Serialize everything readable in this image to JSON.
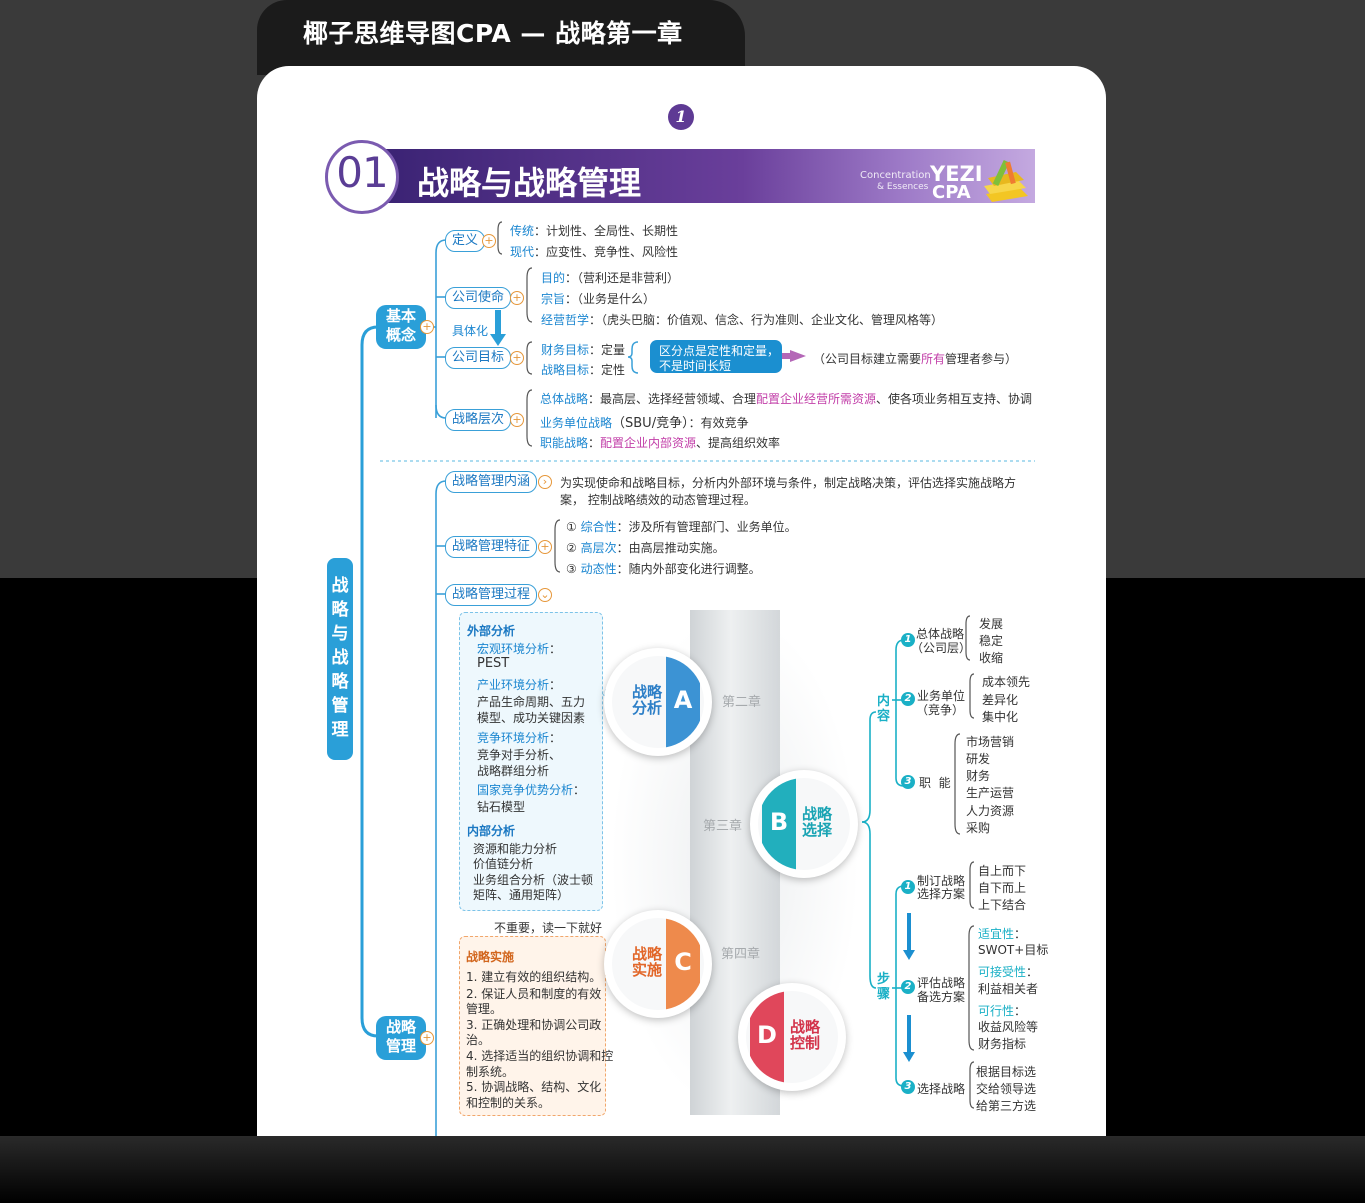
{
  "header": {
    "title": "椰子思维导图CPA — 战略第一章"
  },
  "page": {
    "number": "1"
  },
  "chapter": {
    "number": "01",
    "title": "战略与战略管理",
    "brand_line1": "Concentration",
    "brand_line2": "& Essences",
    "brand_yezi": "YEZI",
    "brand_cpa": "CPA"
  },
  "root": {
    "label": "战略与战略管理"
  },
  "basic": {
    "label_l1": "基本",
    "label_l2": "概念",
    "definition": {
      "label": "定义",
      "traditional_k": "传统",
      "traditional_v": "：计划性、全局性、长期性",
      "modern_k": "现代",
      "modern_v": "：应变性、竞争性、风险性"
    },
    "mission": {
      "label": "公司使命",
      "purpose_k": "目的",
      "purpose_v": "：（营利还是非营利）",
      "tenet_k": "宗旨",
      "tenet_v": "：（业务是什么）",
      "philosophy_k": "经营哲学",
      "philosophy_v": "：（虎头巴脑：价值观、信念、行为准则、企业文化、管理风格等）"
    },
    "concretize": "具体化",
    "goal": {
      "label": "公司目标",
      "fin_k": "财务目标",
      "fin_v": "：定量",
      "str_k": "战略目标",
      "str_v": "：定性",
      "note_l1": "区分点是定性和定量，",
      "note_l2": "不是时间长短",
      "aside_a": "（公司目标建立需要",
      "aside_b": "所有",
      "aside_c": "管理者参与）"
    },
    "levels": {
      "label": "战略层次",
      "corp_k": "总体战略",
      "corp_v1": "：最高层、选择经营领域、合理",
      "corp_v2": "配置企业经营所需资源",
      "corp_v3": "、使各项业务相互支持、协调",
      "biz_k": "业务单位战略",
      "biz_v1": "（SBU/竞争）",
      "biz_v2": "：有效竞争",
      "func_k": "职能战略",
      "func_v1": "：",
      "func_v2": "配置企业内部资源",
      "func_v3": "、提高组织效率"
    }
  },
  "mgmt": {
    "label_l1": "战略",
    "label_l2": "管理",
    "connotation": {
      "label": "战略管理内涵",
      "text_l1": "为实现使命和战略目标，分析内外部环境与条件，制定战略决策，评估选择实施战略方",
      "text_l2": "案，  控制战略绩效的动态管理过程。"
    },
    "features": {
      "label": "战略管理特征",
      "f1_n": "①",
      "f1_k": "综合性",
      "f1_v": "：涉及所有管理部门、业务单位。",
      "f2_n": "②",
      "f2_k": "高层次",
      "f2_v": "：由高层推动实施。",
      "f3_n": "③",
      "f3_k": "动态性",
      "f3_v": "：随内外部变化进行调整。"
    },
    "process": {
      "label": "战略管理过程"
    }
  },
  "analysis_box": {
    "ext_title": "外部分析",
    "macro_k": "宏观环境分析",
    "macro_colon": "：",
    "macro_v": "PEST",
    "industry_k": "产业环境分析",
    "industry_colon": "：",
    "industry_v1": "产品生命周期、五力",
    "industry_v2": "模型、成功关键因素",
    "comp_k": "竞争环境分析",
    "comp_colon": "：",
    "comp_v1": "竞争对手分析、",
    "comp_v2": "战略群组分析",
    "nation_k": "国家竞争优势分析",
    "nation_colon": "：",
    "nation_v": "钻石模型",
    "int_title": "内部分析",
    "int_1": "资源和能力分析",
    "int_2": "价值链分析",
    "int_3": "业务组合分析（波士顿",
    "int_4": "矩阵、通用矩阵）"
  },
  "impl_note": "不重要，读一下就好",
  "impl_box": {
    "title": "战略实施",
    "l1": "1. 建立有效的组织结构。",
    "l2a": "2. 保证人员和制度的有效",
    "l2b": "管理。",
    "l3a": "3. 正确处理和协调公司政",
    "l3b": "治。",
    "l4a": "4. 选择适当的组织协调和控",
    "l4b": "制系统。",
    "l5a": "5. 协调战略、结构、文化",
    "l5b": "和控制的关系。"
  },
  "circles": {
    "a_letter": "A",
    "a_w1": "战略",
    "a_w2": "分析",
    "b_letter": "B",
    "b_w1": "战略",
    "b_w2": "选择",
    "c_letter": "C",
    "c_w1": "战略",
    "c_w2": "实施",
    "d_letter": "D",
    "d_w1": "战略",
    "d_w2": "控制",
    "ch2": "第二章",
    "ch3": "第三章",
    "ch4": "第四章"
  },
  "content": {
    "label_l1": "内",
    "label_l2": "容",
    "n1": "1",
    "corp_l1": "总体战略",
    "corp_l2": "（公司层）",
    "corp_o1": "发展",
    "corp_o2": "稳定",
    "corp_o3": "收缩",
    "n2": "2",
    "biz_l1": "业务单位",
    "biz_l2": "（竞争）",
    "biz_o1": "成本领先",
    "biz_o2": "差异化",
    "biz_o3": "集中化",
    "n3": "3",
    "func": "职  能",
    "func_o1": "市场营销",
    "func_o2": "研发",
    "func_o3": "财务",
    "func_o4": "生产运营",
    "func_o5": "人力资源",
    "func_o6": "采购"
  },
  "steps": {
    "label_l1": "步",
    "label_l2": "骤",
    "n1": "1",
    "s1_l1": "制订战略",
    "s1_l2": "选择方案",
    "s1_o1": "自上而下",
    "s1_o2": "自下而上",
    "s1_o3": "上下结合",
    "n2": "2",
    "s2_l1": "评估战略",
    "s2_l2": "备选方案",
    "s2_k1": "适宜性",
    "s2_c1": "：",
    "s2_v1": "SWOT+目标",
    "s2_k2": "可接受性",
    "s2_c2": "：",
    "s2_v2": "利益相关者",
    "s2_k3": "可行性",
    "s2_c3": "：",
    "s2_v3a": "收益风险等",
    "s2_v3b": "财务指标",
    "n3": "3",
    "s3": "选择战略",
    "s3_o1": "根据目标选",
    "s3_o2": "交给领导选",
    "s3_o3": "给第三方选"
  },
  "colors": {
    "primary_blue": "#2a9fd8",
    "teal": "#1ab0c6",
    "purple": "#5e3a94",
    "pink": "#c23ea8",
    "orange": "#e6973a",
    "red": "#e0475b"
  }
}
